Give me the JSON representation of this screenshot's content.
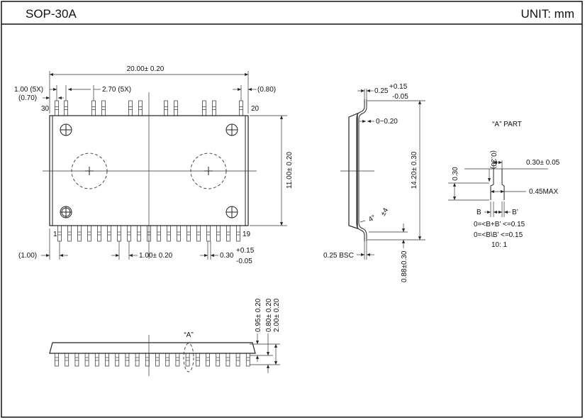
{
  "header": {
    "title": "SOP-30A",
    "unit": "UNIT: mm"
  },
  "top_view": {
    "width_dim": "20.00± 0.20",
    "pitch_top_a": "1.00 (5X)",
    "offset_top": "(0.70)",
    "pitch_top_b": "2.70 (5X)",
    "offset_right": "(0.80)",
    "pin_30": "30",
    "pin_20": "20",
    "pin_1": "1",
    "pin_19": "19",
    "height_dim": "11.00± 0.20",
    "offset_bottom": "(1.00)",
    "pitch_bottom": "1.00± 0.20",
    "lead_width": "0.30",
    "lead_tol_plus": "+0.15",
    "lead_tol_minus": "-0.05"
  },
  "side_view": {
    "thickness": "0.25",
    "thickness_plus": "+0.15",
    "thickness_minus": "-0.05",
    "standoff": "0~0.20",
    "overall_dim": "14.20± 0.30",
    "angle": "4°",
    "angle_tol": "±4",
    "bsc": "0.25 BSC",
    "foot": "0.88±0.30"
  },
  "detail_a": {
    "title": "“A” PART",
    "dim_030_paren": "(0.30)",
    "dim_030": "0.30",
    "dim_width": "0.30± 0.05",
    "dim_max": "0.45MAX",
    "label_b": "B",
    "label_b_prime": "B’",
    "rule1": "0=<B+B’ <=0.15",
    "rule2": "0=<B\\B’ <=0.15",
    "scale": "10: 1"
  },
  "front_view": {
    "label_a": "“A”",
    "dim1": "0.95± 0.20",
    "dim2": "0.80± 0.20",
    "dim3": "2.00± 0.20"
  }
}
